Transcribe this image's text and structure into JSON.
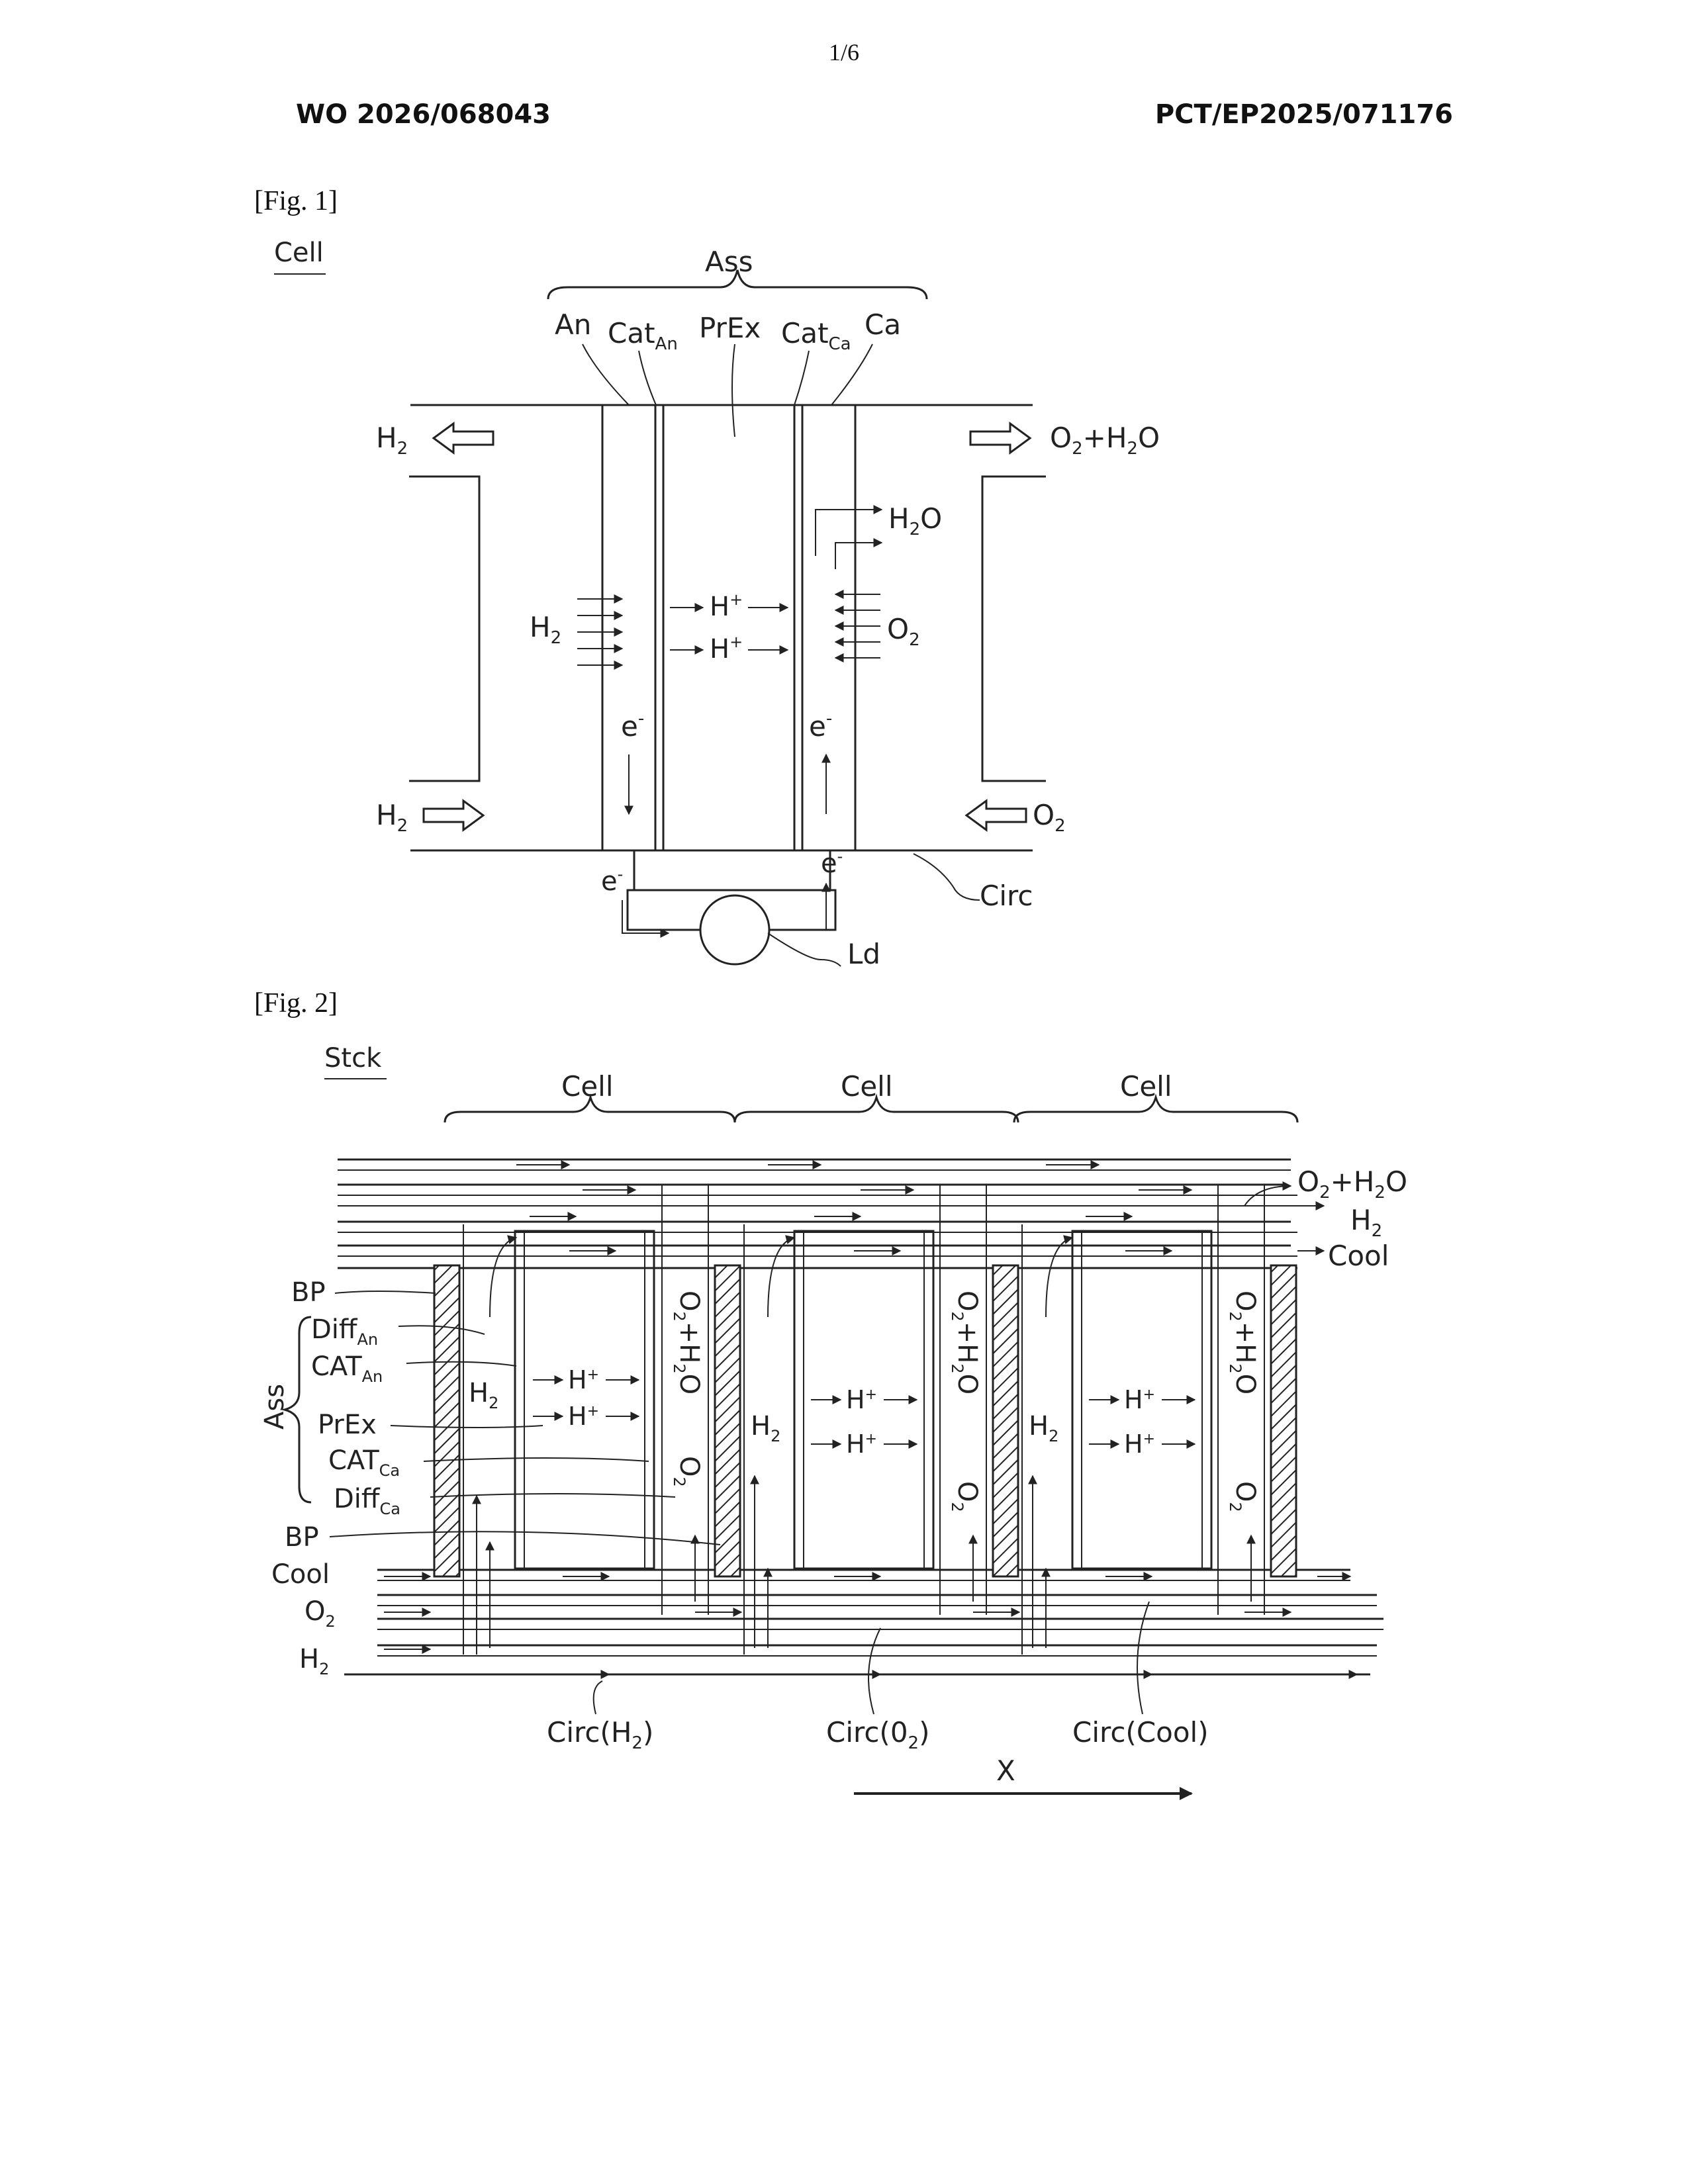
{
  "page": {
    "page_number": "1/6",
    "publication_number": "WO 2026/068043",
    "application_number": "PCT/EP2025/071176"
  },
  "fig1": {
    "caption": "[Fig. 1]",
    "title": "Cell",
    "labels": {
      "ass": "Ass",
      "an": "An",
      "cat": "Cat",
      "an_sub": "An",
      "prex": "PrEx",
      "ca_sub": "Ca",
      "ca": "Ca",
      "h2": "H",
      "sub2": "2",
      "o": "O",
      "plus": "+",
      "hplus": "H",
      "sup_plus": "+",
      "e": "e",
      "sup_minus": "-",
      "circ": "Circ",
      "ld": "Ld"
    }
  },
  "fig2": {
    "caption": "[Fig. 2]",
    "title": "Stck",
    "cells": [
      "Cell",
      "Cell",
      "Cell"
    ],
    "right_labels": [
      "O2+H2O",
      "H2",
      "Cool"
    ],
    "left_labels": {
      "bp": "BP",
      "diff": "Diff",
      "cat": "CAT",
      "an_sub": "An",
      "ca_sub": "Ca",
      "prex": "PrEx",
      "ass": "Ass",
      "cool": "Cool",
      "o2": "O",
      "h2": "H",
      "sub2": "2"
    },
    "bottom_labels": [
      "Circ(H",
      "2",
      ")",
      "Circ(0",
      "2",
      ")",
      "Circ(Cool)"
    ],
    "axis_label": "X",
    "o2h2o_text": "O2+H2O"
  }
}
